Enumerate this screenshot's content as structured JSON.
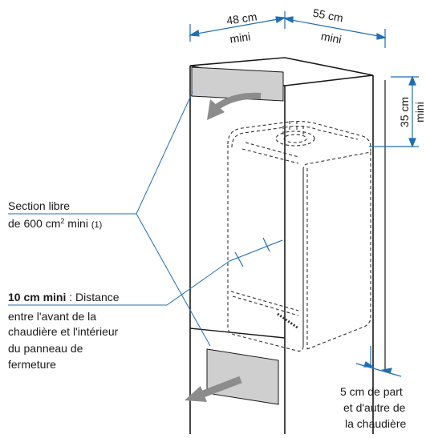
{
  "labels": {
    "width_value": "48 cm",
    "width_mini": "mini",
    "depth_value": "55 cm",
    "depth_mini": "mini",
    "height_value": "35 cm",
    "height_mini": "mini",
    "section_line1": "Section libre",
    "section_line2_a": "de 600 cm",
    "section_sup": "2",
    "section_line2_b": " mini ",
    "section_note": "(1)",
    "distance_bold": "10 cm mini",
    "distance_rest": " : Distance",
    "distance_line2": "entre l'avant de la",
    "distance_line3": "chaudière et l'intérieur",
    "distance_line4": "du panneau de",
    "distance_line5": "fermeture",
    "side_line1": "5 cm de part",
    "side_line2": "et d'autre de",
    "side_line3": "la chaudière"
  },
  "colors": {
    "line": "#1a1a1a",
    "dimension": "#1f6fb5",
    "panel": "#cfcfcf",
    "arrow": "#8c8c8c"
  }
}
